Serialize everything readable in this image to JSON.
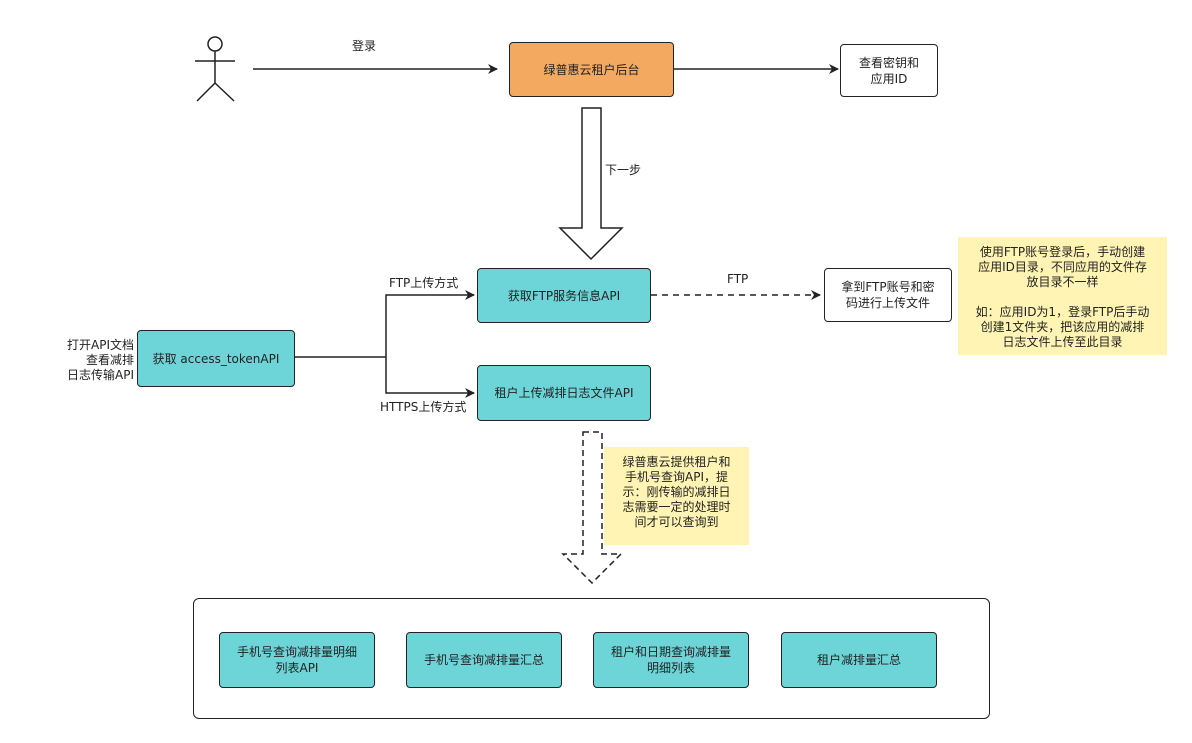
{
  "nodes": {
    "user_label": "登录",
    "backend": "绿普惠云租户后台",
    "view_key": "查看密钥和\n应用ID",
    "next_step": "下一步",
    "get_ftp_info": "获取FTP服务信息API",
    "ftp_edge": "FTP",
    "get_ftp_account": "拿到FTP账号和密\n码进行上传文件",
    "get_token": "获取 access_tokenAPI",
    "open_doc": "打开API文档\n查看减排\n日志传输API",
    "ftp_upload_way": "FTP上传方式",
    "https_upload_way": "HTTPS上传方式",
    "upload_log_api": "租户上传减排日志文件API"
  },
  "notes": {
    "ftp_note": "使用FTP账号登录后，手动创建\n应用ID目录，不同应用的文件存\n放目录不一样\n\n如：应用ID为1，登录FTP后手动\n创建1文件夹，把该应用的减排\n日志文件上传至此目录",
    "query_note": "绿普惠云提供租户和\n手机号查询API，提\n示：刚传输的减排日\n志需要一定的处理时\n间才可以查询到"
  },
  "query_apis": [
    "手机号查询减排量明细\n列表API",
    "手机号查询减排量汇总",
    "租户和日期查询减排量\n明细列表",
    "租户减排量汇总"
  ],
  "colors": {
    "teal": "#6dd5d8",
    "orange": "#f3aa60",
    "note": "#fff4b3"
  }
}
